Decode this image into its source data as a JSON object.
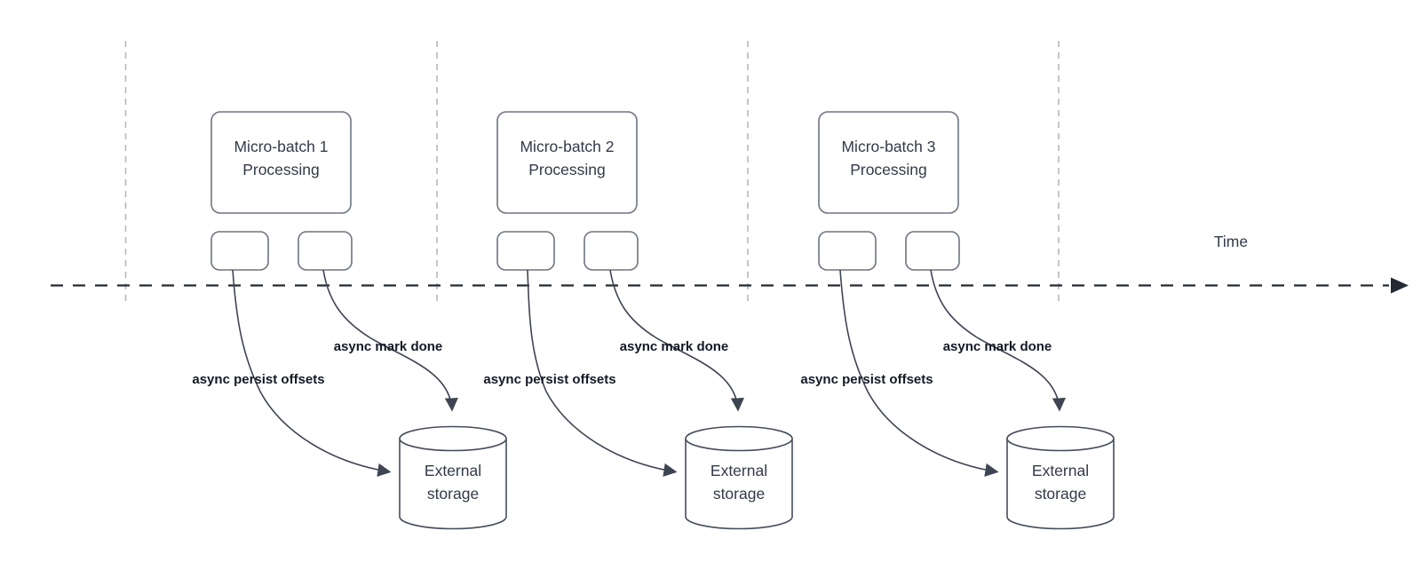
{
  "diagram": {
    "time_label": "Time",
    "colors": {
      "divider": "#b5b8bc",
      "timeline": "#242a33",
      "box-stroke": "#6e7480",
      "curve": "#3e4452",
      "cyl-stroke": "#464d5b",
      "text": "#333a48",
      "label": "#141925"
    },
    "batches": [
      {
        "box_title_line1": "Micro-batch 1",
        "box_title_line2": "Processing",
        "persist_label": "async persist offsets",
        "done_label": "async mark done",
        "storage_line1": "External",
        "storage_line2": "storage"
      },
      {
        "box_title_line1": "Micro-batch 2",
        "box_title_line2": "Processing",
        "persist_label": "async persist offsets",
        "done_label": "async mark done",
        "storage_line1": "External",
        "storage_line2": "storage"
      },
      {
        "box_title_line1": "Micro-batch 3",
        "box_title_line2": "Processing",
        "persist_label": "async persist offsets",
        "done_label": "async mark done",
        "storage_line1": "External",
        "storage_line2": "storage"
      }
    ]
  }
}
